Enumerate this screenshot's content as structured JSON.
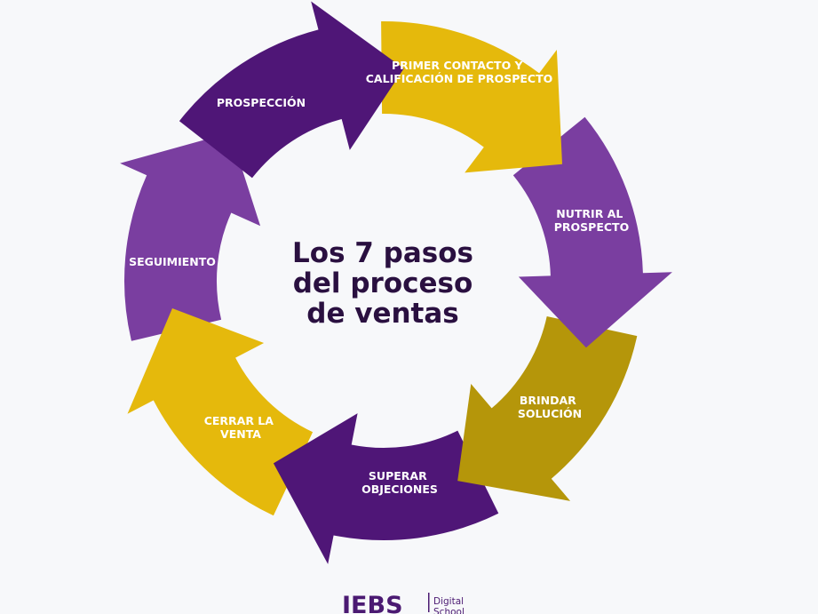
{
  "center_title": {
    "line1": "Los 7 pasos",
    "line2": "del proceso",
    "line3": "de ventas"
  },
  "colors": {
    "dark_purple": "#4f1677",
    "medium_purple": "#7a3ea0",
    "yellow": "#e5b90c",
    "olive_gold": "#b5960a",
    "title_text": "#2a1040",
    "background": "#f7f8fa"
  },
  "steps": [
    {
      "label_lines": [
        "PROSPECCIÓN"
      ],
      "color": "#4f1677"
    },
    {
      "label_lines": [
        "PRIMER CONTACTO Y",
        "CALIFICACIÓN DE PROSPECTO"
      ],
      "color": "#e5b90c"
    },
    {
      "label_lines": [
        "NUTRIR AL",
        "PROSPECTO"
      ],
      "color": "#7a3ea0"
    },
    {
      "label_lines": [
        "BRINDAR",
        "SOLUCIÓN"
      ],
      "color": "#b5960a"
    },
    {
      "label_lines": [
        "SUPERAR",
        "OBJECIONES"
      ],
      "color": "#4f1677"
    },
    {
      "label_lines": [
        "CERRAR LA",
        "VENTA"
      ],
      "color": "#e5b90c"
    },
    {
      "label_lines": [
        "SEGUIMIENTO"
      ],
      "color": "#7a3ea0"
    }
  ],
  "logo": {
    "wordmark": "IEBS",
    "line1": "Digital",
    "line2": "School"
  }
}
